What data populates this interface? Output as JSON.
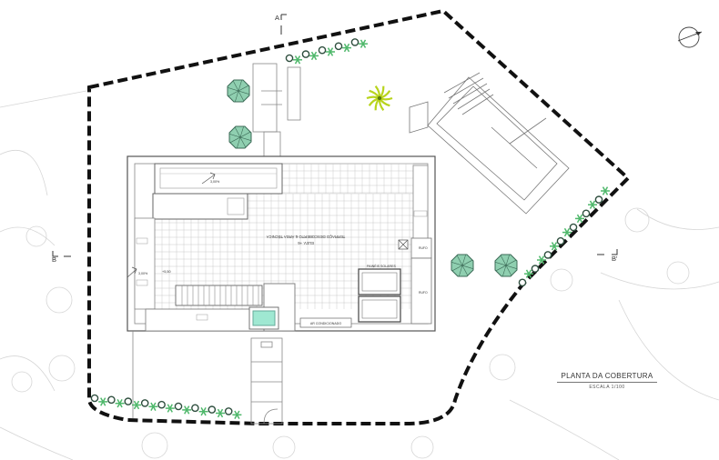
{
  "drawing": {
    "title": "PLANTA DA COBERTURA",
    "scale": "ESCALA  1/100"
  },
  "sections": {
    "a_label": "A",
    "b_label": "B",
    "b_prime_label": "B'"
  },
  "room_labels": {
    "terrace_line1": "TERRAÇO DESCOBERTO & ÁREA TÉCNICA",
    "terrace_line2": "ELEV. +6",
    "solar_panels": "PAINÉIS SOLARES",
    "ac_units": "AR CONDICIONADO",
    "slope_top": "3,00%",
    "slope_left": "3,00%",
    "level_left": "+5,50",
    "side_box": "RUFO",
    "side_box_lower": "RUFO"
  },
  "colors": {
    "boundary": "#111111",
    "tree_fill": "#8fcfb0",
    "tree_stroke": "#3c6b57",
    "pool": "#9fe8d2",
    "palm": "#b8d41c",
    "plant_dark": "#2f4f3f",
    "plant_green": "#4fb86b",
    "grid": "#c9c9c9",
    "line": "#6a6a6a"
  }
}
